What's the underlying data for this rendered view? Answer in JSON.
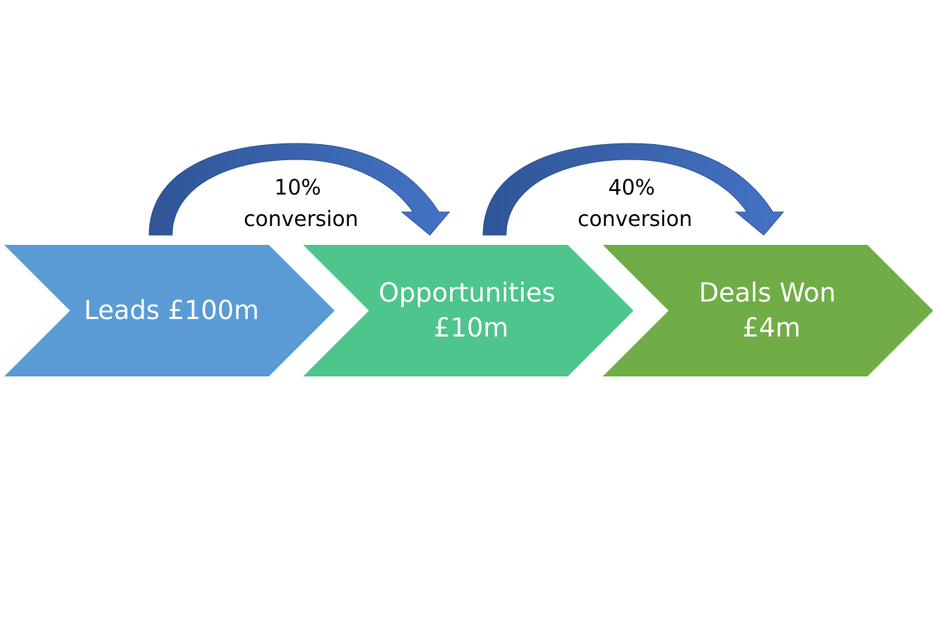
{
  "stages": [
    {
      "lines": [
        "Leads £100m"
      ],
      "color": "#5B9BD5"
    },
    {
      "lines": [
        "Opportunities",
        "£10m"
      ],
      "color": "#4EC58C"
    },
    {
      "lines": [
        "Deals Won",
        "£4m"
      ],
      "color": "#70AD47"
    }
  ],
  "conversions": [
    {
      "lines": [
        "10%",
        "conversion"
      ]
    },
    {
      "lines": [
        "40%",
        "conversion"
      ]
    }
  ],
  "colors": {
    "arrow_dark": "#2F5597",
    "arrow_light": "#4472C4"
  }
}
